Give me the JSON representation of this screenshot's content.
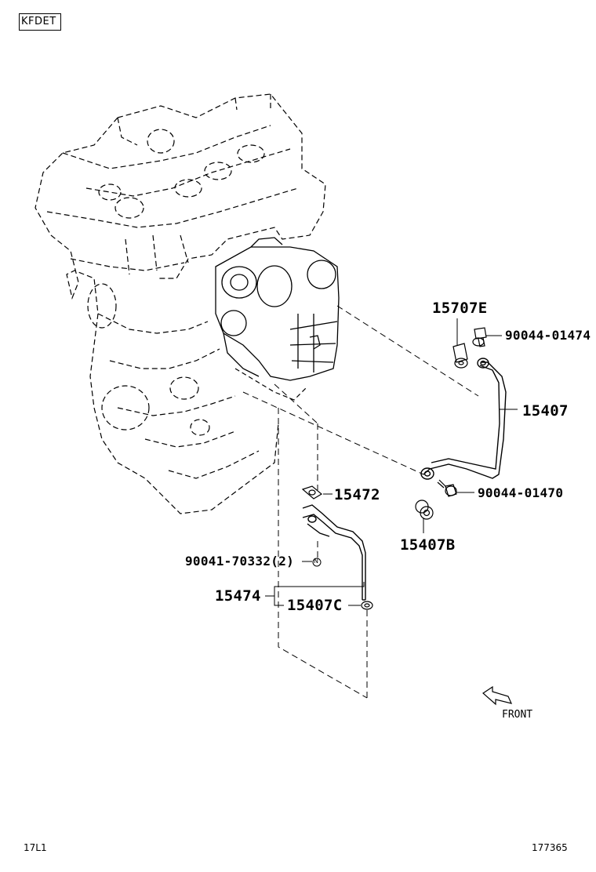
{
  "header": {
    "engine_code": "KFDET"
  },
  "callouts": {
    "p15707e": "15707E",
    "p90044_01474": "90044-01474",
    "p15407": "15407",
    "p15472": "15472",
    "p90044_01470": "90044-01470",
    "p15407b": "15407B",
    "p90041_70332": "90041-70332(2)",
    "p15474": "15474",
    "p15407c": "15407C",
    "n_marker": "N"
  },
  "direction": {
    "front_label": "FRONT"
  },
  "footer": {
    "left_code": "17L1",
    "right_code": "177365"
  }
}
